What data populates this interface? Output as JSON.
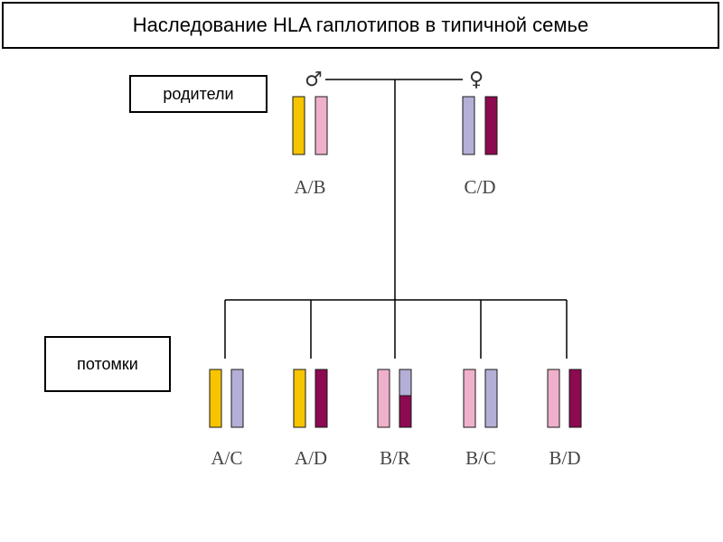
{
  "title": "Наследование HLA гаплотипов в типичной семье",
  "labels": {
    "parents": "родители",
    "offspring": "потомки"
  },
  "symbols": {
    "male": "♂",
    "female": "♀"
  },
  "colors": {
    "A": "#f7c400",
    "B": "#efb0cb",
    "C": "#b3afd6",
    "D": "#8b0a50"
  },
  "parents": [
    {
      "id": "father",
      "label": "A/B",
      "haplotypes": [
        "A",
        "B"
      ]
    },
    {
      "id": "mother",
      "label": "C/D",
      "haplotypes": [
        "C",
        "D"
      ]
    }
  ],
  "children": [
    {
      "label": "A/C",
      "haplotypes": [
        "A",
        "C"
      ]
    },
    {
      "label": "A/D",
      "haplotypes": [
        "A",
        "D"
      ]
    },
    {
      "label": "B/R",
      "haplotypes": [
        "B",
        "C/D"
      ]
    },
    {
      "label": "B/C",
      "haplotypes": [
        "B",
        "C"
      ]
    },
    {
      "label": "B/D",
      "haplotypes": [
        "B",
        "D"
      ]
    }
  ]
}
